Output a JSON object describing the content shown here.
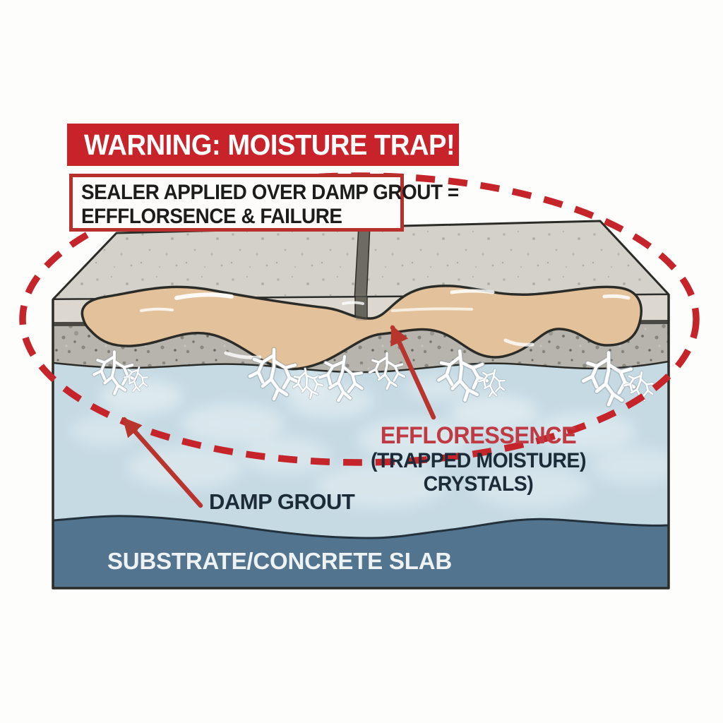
{
  "banner": {
    "text": "WARNING: MOISTURE TRAP!",
    "bg": "#c8232a",
    "text_color": "#ffffff"
  },
  "warning_box": {
    "line1": "SEALER APPLIED OVER DAMP GROUT =",
    "line2": "EFFFLORSENCE & FAILURE",
    "border_color": "#b8302c",
    "text_color": "#1c1c1c",
    "bg": "#fdfcfa"
  },
  "callouts": {
    "efflorescence": {
      "title": "EFFLORESSENCE",
      "line2": "(TRAPPED MOISTURE)",
      "line3": "CRYSTALS)",
      "title_color": "#bf3a42",
      "text_color": "#1c2b38"
    },
    "damp_grout": {
      "text": "DAMP GROUT",
      "color": "#1c2b38"
    },
    "substrate": {
      "text": "SUBSTRATE/CONCRETE SLAB",
      "color": "#eef2f2"
    }
  },
  "colors": {
    "page_bg": "#fdfdfb",
    "tile_surface": "#d4d1ca",
    "tile_edge_strip": "#dcd8d0",
    "tile_side_face": "#cbc8c1",
    "grout_joint": "#6e6b65",
    "sealer": "#e3c19a",
    "grout_bed": "#b7b4ad",
    "damp_zone": "#c6dae4",
    "substrate": "#53748f",
    "outline": "#2b2b28",
    "crystal": "#ffffff",
    "dashed_ellipse": "#c5242b",
    "arrow": "#b8352e"
  }
}
